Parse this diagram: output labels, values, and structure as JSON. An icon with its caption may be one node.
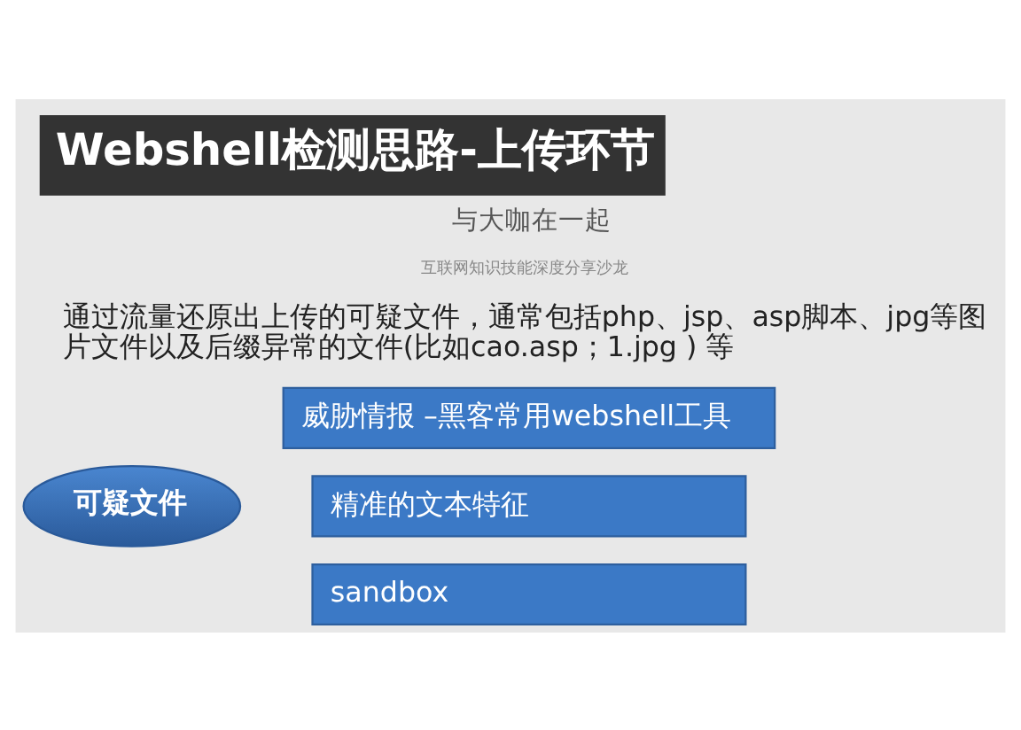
{
  "diagram": {
    "title": "Webshell检测思路-上传环节",
    "nodes": [
      {
        "text": [
          "可疑文件"
        ]
      },
      {
        "text": [
          "威胁情报 –黑客常用webshell工具"
        ]
      },
      {
        "text": [
          "精准的文本特征"
        ]
      },
      {
        "text": [
          "sandbox"
        ]
      }
    ],
    "labels": [
      "与大咖在一起",
      "互联网知识技能深度分享沙龙",
      "通过流量还原出上传的可疑文件，通常包括php、jsp、asp脚本、jpg等图片文件以及后缀异常的文件(比如cao.asp；1.jpg ) 等"
    ]
  }
}
